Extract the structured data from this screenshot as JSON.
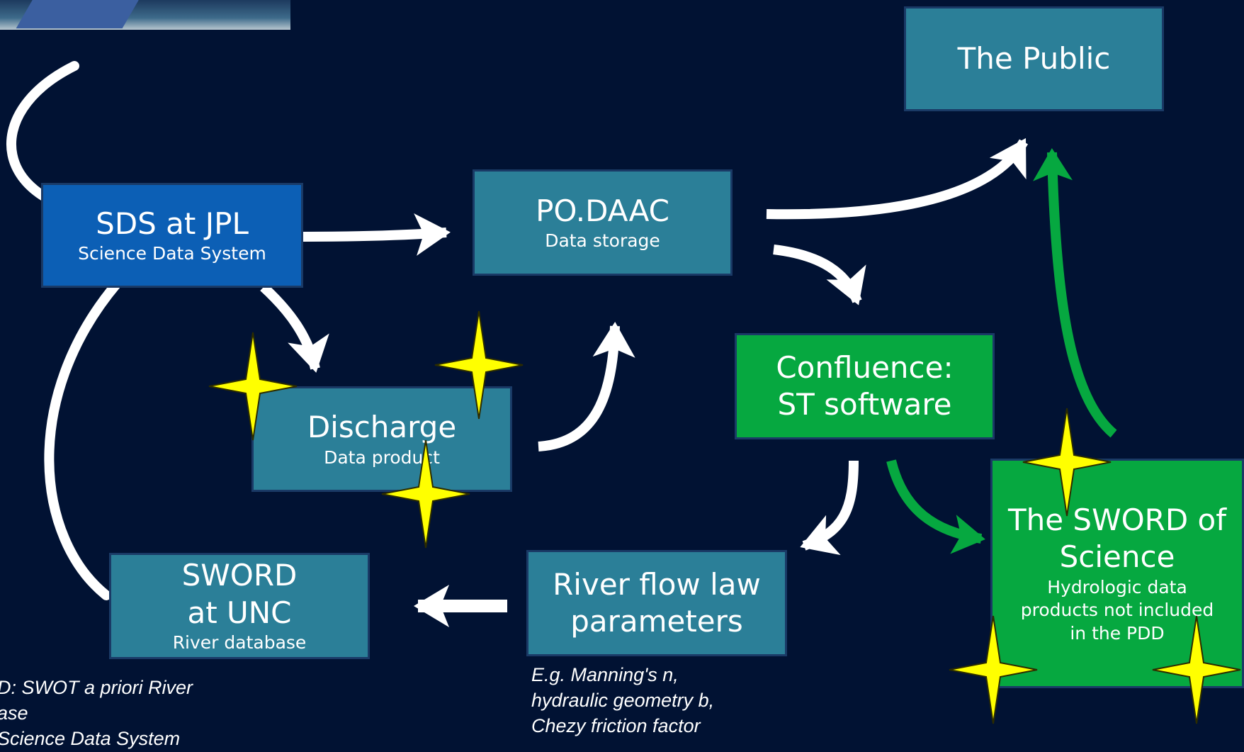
{
  "boxes": {
    "sds": {
      "title": "SDS at JPL",
      "subtitle": "Science Data System"
    },
    "podaac": {
      "title": "PO.DAAC",
      "subtitle": "Data storage"
    },
    "discharge": {
      "title": "Discharge",
      "subtitle": "Data product"
    },
    "sword_unc": {
      "title_line1": "SWORD",
      "title_line2": "at UNC",
      "subtitle": "River database"
    },
    "river_flow": {
      "title_line1": "River flow law",
      "title_line2": "parameters"
    },
    "confluence": {
      "title_line1": "Confluence:",
      "title_line2": "ST software"
    },
    "sword_science": {
      "title_line1": "The SWORD of",
      "title_line2": "Science",
      "subtitle_line1": "Hydrologic data",
      "subtitle_line2": "products not included",
      "subtitle_line3": "in the PDD"
    },
    "public": {
      "title": "The Public"
    }
  },
  "notes": {
    "parameters": {
      "line1": "E.g. Manning's n,",
      "line2": "hydraulic geometry b,",
      "line3": "Chezy friction factor"
    },
    "glossary": {
      "line1": "D: SWOT a priori River",
      "line2": "ase",
      "line3": "Science Data System"
    }
  },
  "colors": {
    "background": "#011233",
    "teal_box": "#2b7f98",
    "blue_box": "#0c5fb5",
    "green_box": "#06a840",
    "white_arrow": "#ffffff",
    "green_arrow": "#06a840",
    "star": "#ffff00"
  },
  "icons": [
    "satellite-image",
    "star-icon"
  ]
}
